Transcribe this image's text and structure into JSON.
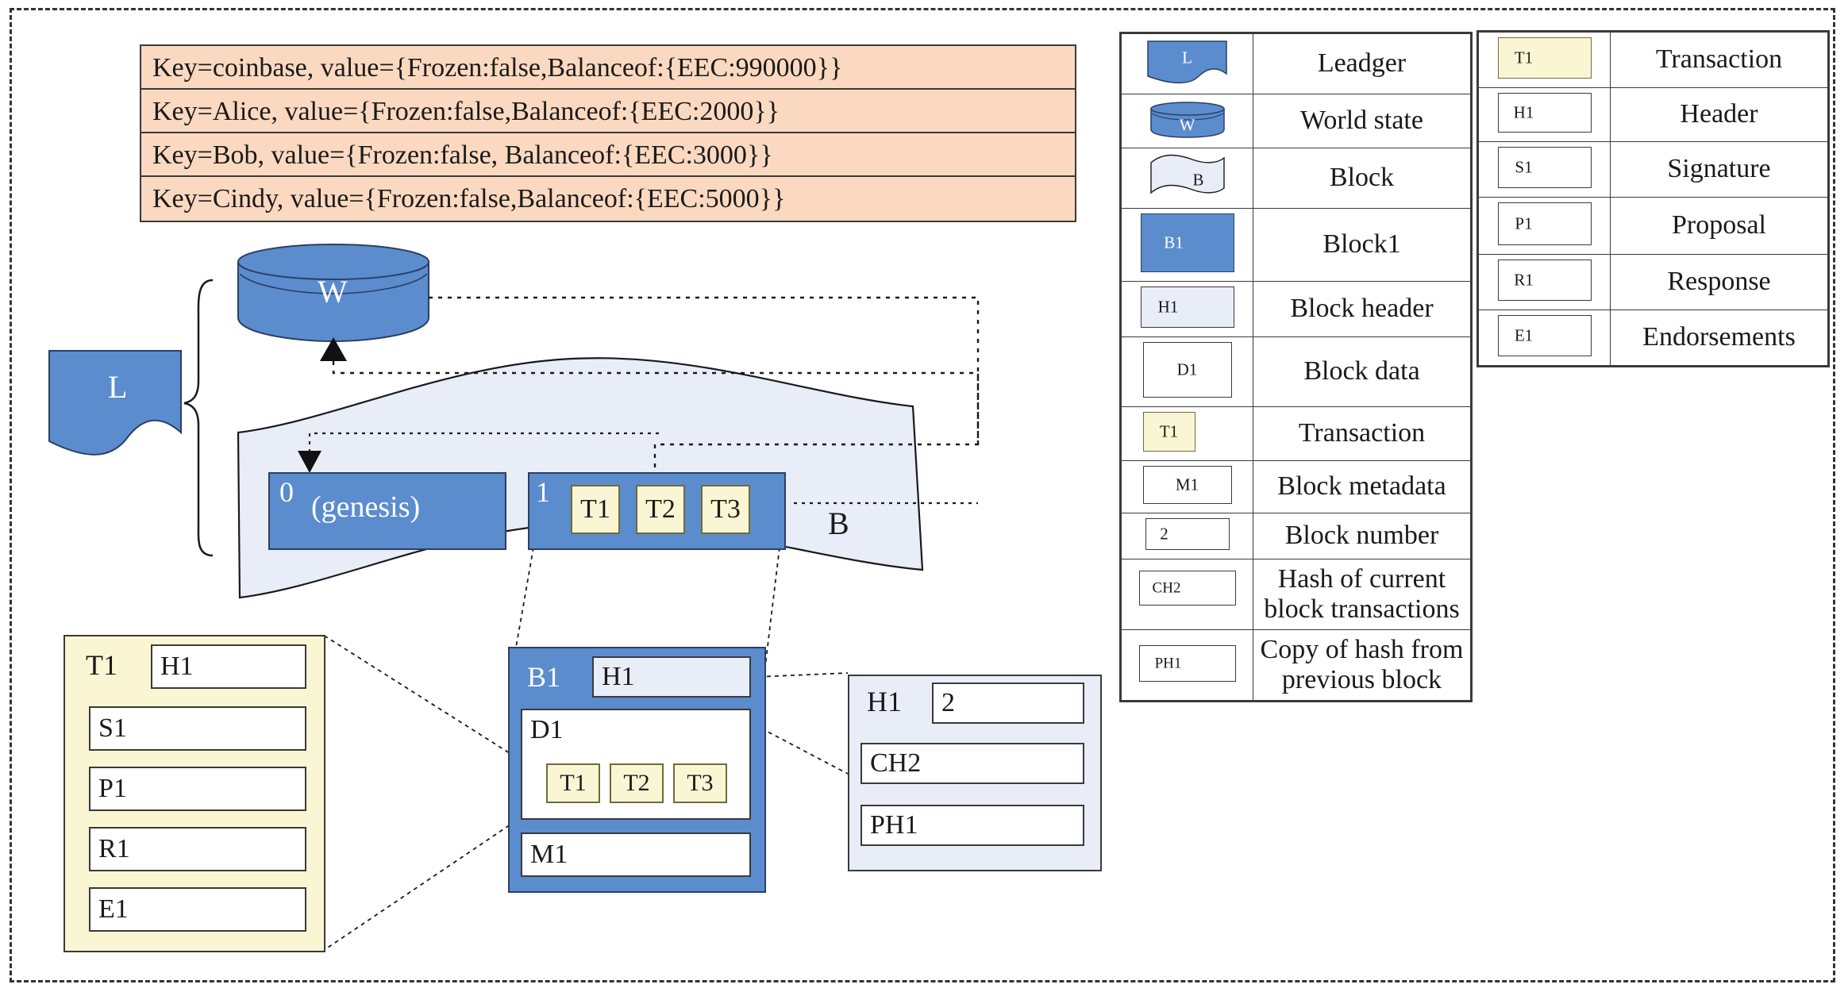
{
  "world_state_table": {
    "rows": [
      "Key=coinbase,  value={Frozen:false,Balanceof:{EEC:990000}}",
      "Key=Alice, value={Frozen:false,Balanceof:{EEC:2000}}",
      "Key=Bob, value={Frozen:false, Balanceof:{EEC:3000}}",
      "Key=Cindy, value={Frozen:false,Balanceof:{EEC:5000}}"
    ]
  },
  "ledger": {
    "label": "L"
  },
  "world_state": {
    "label": "W"
  },
  "blockchain": {
    "label": "B",
    "genesis": {
      "number": "0",
      "name": "(genesis)"
    },
    "block1": {
      "number": "1",
      "transactions": [
        "T1",
        "T2",
        "T3"
      ]
    }
  },
  "transaction_card": {
    "title": "T1",
    "header": "H1",
    "fields": [
      "S1",
      "P1",
      "R1",
      "E1"
    ]
  },
  "block_card": {
    "title": "B1",
    "header": "H1",
    "data_label": "D1",
    "transactions": [
      "T1",
      "T2",
      "T3"
    ],
    "metadata": "M1"
  },
  "header_card": {
    "title": "H1",
    "block_number": "2",
    "current_hash": "CH2",
    "previous_hash": "PH1"
  },
  "legend_left": {
    "rows": [
      {
        "icon": "ledger-shape",
        "icon_label": "L",
        "text": "Leadger"
      },
      {
        "icon": "cylinder-shape",
        "icon_label": "W",
        "text": "World state"
      },
      {
        "icon": "wave-shape",
        "icon_label": "B",
        "text": "Block"
      },
      {
        "icon": "blue-rect",
        "icon_label": "B1",
        "text": "Block1"
      },
      {
        "icon": "lightblue-rect",
        "icon_label": "H1",
        "text": "Block header"
      },
      {
        "icon": "white-rect",
        "icon_label": "D1",
        "text": "Block data"
      },
      {
        "icon": "yellow-rect",
        "icon_label": "T1",
        "text": "Transaction"
      },
      {
        "icon": "white-rect",
        "icon_label": "M1",
        "text": "Block metadata"
      },
      {
        "icon": "white-rect",
        "icon_label": "2",
        "text": "Block number"
      },
      {
        "icon": "white-rect",
        "icon_label": "CH2",
        "text": "Hash of current block transactions"
      },
      {
        "icon": "white-rect",
        "icon_label": "PH1",
        "text": "Copy of hash from previous block"
      }
    ]
  },
  "legend_right": {
    "rows": [
      {
        "icon": "yellow-rect",
        "icon_label": "T1",
        "text": "Transaction"
      },
      {
        "icon": "white-rect",
        "icon_label": "H1",
        "text": "Header"
      },
      {
        "icon": "white-rect",
        "icon_label": "S1",
        "text": "Signature"
      },
      {
        "icon": "white-rect",
        "icon_label": "P1",
        "text": "Proposal"
      },
      {
        "icon": "white-rect",
        "icon_label": "R1",
        "text": "Response"
      },
      {
        "icon": "white-rect",
        "icon_label": "E1",
        "text": "Endorsements"
      }
    ]
  },
  "colors": {
    "blue": "#5B8DCE",
    "light_blue": "#E8EDF7",
    "peach": "#FBD9C0",
    "yellow": "#FAF6D3",
    "outline": "#3a3a3a"
  }
}
